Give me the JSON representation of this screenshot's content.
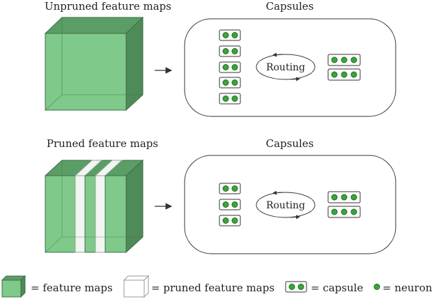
{
  "top_section": {
    "left_title": "Unpruned feature maps",
    "right_title": "Capsules",
    "routing_label": "Routing"
  },
  "bottom_section": {
    "left_title": "Pruned feature maps",
    "right_title": "Capsules",
    "routing_label": "Routing"
  },
  "legend": {
    "feature_maps": "= feature maps",
    "pruned_feature_maps": "= pruned feature maps",
    "capsule": "= capsule",
    "neuron": "= neuron"
  },
  "colors": {
    "feature_front": "#7fc98a",
    "feature_top": "#5a9e66",
    "feature_side": "#4f8a59",
    "neuron": "#3aa53a",
    "pruned": "#f2f6f2"
  }
}
